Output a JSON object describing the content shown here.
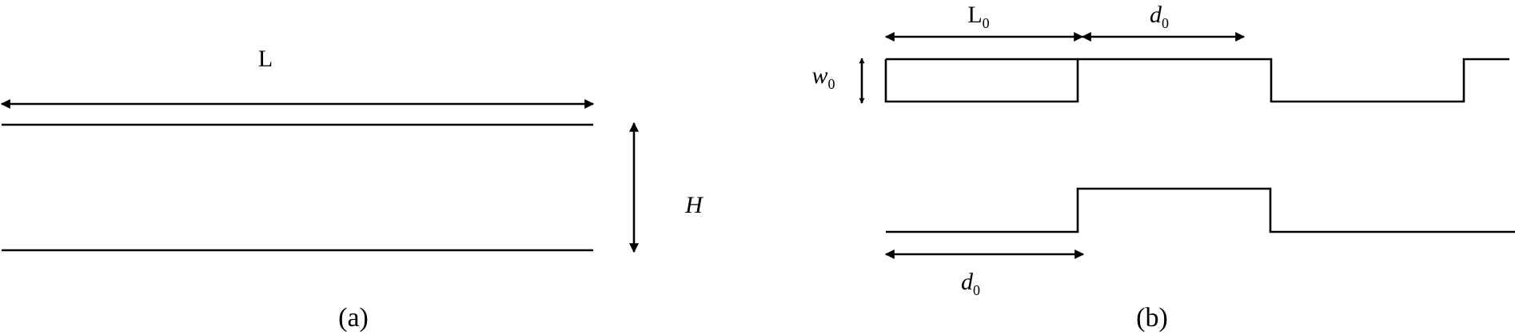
{
  "panel_a": {
    "caption": "(a)",
    "length_label": "L",
    "height_label": "H"
  },
  "panel_b": {
    "caption": "(b)",
    "bump_length_label": "L",
    "bump_length_sub": "0",
    "gap_label_top": "d",
    "gap_label_top_sub": "0",
    "bump_width_label": "w",
    "bump_width_sub": "0",
    "offset_label_bottom": "d",
    "offset_label_bottom_sub": "0"
  },
  "colors": {
    "stroke": "#000000",
    "background": "#ffffff"
  }
}
